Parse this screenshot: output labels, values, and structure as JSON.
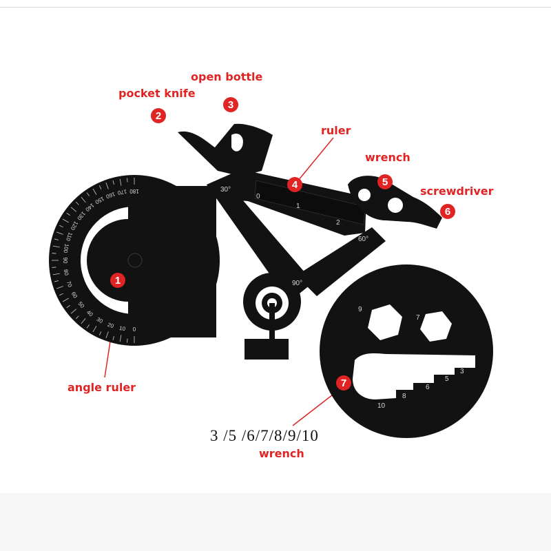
{
  "labels": {
    "pocket_knife": "pocket knife",
    "open_bottle": "open bottle",
    "ruler": "ruler",
    "wrench_top": "wrench",
    "screwdriver": "screwdriver",
    "angle_ruler": "angle ruler",
    "wrench_bottom": "wrench"
  },
  "badges": {
    "angle_ruler": "1",
    "pocket_knife": "2",
    "open_bottle": "3",
    "ruler": "4",
    "wrench": "5",
    "screwdriver": "6",
    "hex_wrench": "7"
  },
  "wrench_sizes": "3 /5 /6/7/8/9/10",
  "engravings": {
    "angle_30": "30°",
    "angle_60": "60°",
    "angle_90": "90°",
    "ruler_0": "0",
    "ruler_1": "1",
    "ruler_2": "2",
    "hex_9": "9",
    "hex_7": "7",
    "sizes_row": [
      "10",
      "8",
      "6",
      "5",
      "3"
    ],
    "protractor_outer": [
      "180",
      "170",
      "160",
      "150",
      "140",
      "130",
      "120",
      "110",
      "100",
      "90",
      "80",
      "70",
      "60",
      "50",
      "40",
      "30",
      "20",
      "10",
      "0"
    ]
  },
  "colors": {
    "label_red": "#e02323",
    "tool_black": "#121212"
  }
}
